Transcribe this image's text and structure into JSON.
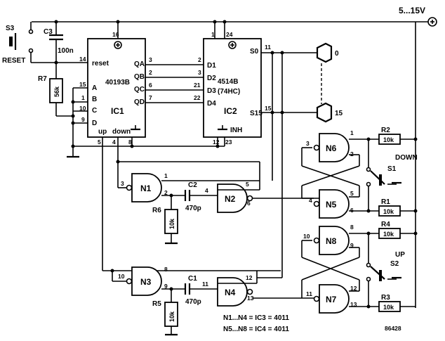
{
  "labels": {
    "supply": "5...15V",
    "s3": "S3",
    "reset_switch": "RESET",
    "c3": "C3",
    "c3_value": "100n",
    "r7": "R7",
    "r7_value": "56k",
    "ic1_part": "40193B",
    "ic1": "IC1",
    "reset_pin": "reset",
    "pin_a": "A",
    "pin_b": "B",
    "pin_c": "C",
    "pin_d": "D",
    "up_pin": "up",
    "down_pin": "down",
    "qa": "QA",
    "qb": "QB",
    "qc": "QC",
    "qd": "QD",
    "ic2_part": "4514B",
    "ic2_variant": "(74HC)",
    "ic2": "IC2",
    "d1": "D1",
    "d2": "D2",
    "d3": "D3",
    "d4": "D4",
    "s0": "S0",
    "s15": "S15",
    "inh": "INH",
    "out0": "0",
    "out15": "15",
    "n1": "N1",
    "n2": "N2",
    "n3": "N3",
    "n4": "N4",
    "n5": "N5",
    "n6": "N6",
    "n7": "N7",
    "n8": "N8",
    "c1": "C1",
    "c1_value": "470p",
    "c2": "C2",
    "c2_value": "470p",
    "r1": "R1",
    "r1_value": "10k",
    "r2": "R2",
    "r2_value": "10k",
    "r3": "R3",
    "r3_value": "10k",
    "r4": "R4",
    "r4_value": "10k",
    "r5": "R5",
    "r5_value": "10k",
    "r6": "R6",
    "r6_value": "10k",
    "down": "DOWN",
    "s1": "S1",
    "up": "UP",
    "s2": "S2"
  },
  "pins": {
    "ic1_16": "16",
    "ic1_14": "14",
    "ic1_15": "15",
    "ic1_1": "1",
    "ic1_10": "10",
    "ic1_9": "9",
    "ic1_5": "5",
    "ic1_4": "4",
    "ic1_8": "8",
    "ic1_3": "3",
    "ic1_2": "2",
    "ic1_6": "6",
    "ic1_7": "7",
    "ic2_1": "1",
    "ic2_24": "24",
    "ic2_2": "2",
    "ic2_3": "3",
    "ic2_21": "21",
    "ic2_22": "22",
    "ic2_12": "12",
    "ic2_23": "23",
    "ic2_11": "11",
    "ic2_15": "15",
    "n1_3": "3",
    "n1_1": "1",
    "n1_2": "2",
    "n2_4": "4",
    "n2_5": "5",
    "n2_6": "6",
    "n3_10": "10",
    "n3_8": "8",
    "n3_9": "9",
    "n4_11": "11",
    "n4_12": "12",
    "n4_13": "13",
    "n5_4": "4",
    "n5_5": "5",
    "n5_6": "6",
    "n6_3": "3",
    "n6_1": "1",
    "n6_2": "2",
    "n7_11": "11",
    "n7_12": "12",
    "n7_13": "13",
    "n8_10": "10",
    "n8_8": "8",
    "n8_9": "9"
  },
  "notes": {
    "line1": "N1...N4 = IC3 = 4011",
    "line2": "N5...N8 = IC4 = 4011",
    "figure": "86428"
  }
}
